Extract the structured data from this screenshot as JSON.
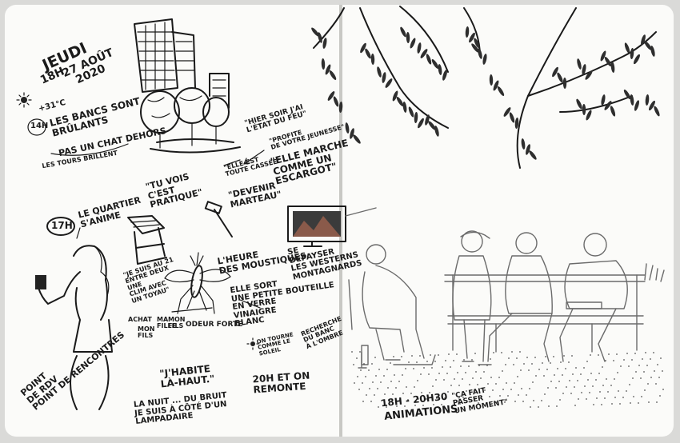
{
  "sketchbook": {
    "left_page": {
      "date": {
        "day": "JEUDI",
        "time": "18H",
        "date_line": "27 AOÛT",
        "year": "2020"
      },
      "weather": {
        "temperature": "+31°C",
        "time_14h": "14H",
        "benches_note": "LES BANCS SONT\nBRÛLANTS",
        "cat_note": "PAS UN CHAT DEHORS",
        "towers_note": "LES TOURS BRILLENT"
      },
      "quotes": {
        "hier_soir": "\"HIER SOIR J'AI\nL'ÉTAT DU FEU\"",
        "cassee": "\"ELLE EST\nTOUTE CASSÉE\"",
        "jeunesse": "\"PROFITE\nDE VOTRE JEUNESSE\"",
        "escargot": "\"ELLE MARCHE\nCOMME UN\nESCARGOT\"",
        "pratique": "\"TU VOIS\nC'EST\nPRATIQUE\"",
        "marteau": "\"DEVENIR\nMARTEAU\"",
        "quartier": "LE QUARTIER\nS'ANIME",
        "time_17h": "17H",
        "moustiques": "L'HEURE\nDES MOUSTIQUES",
        "depayser": "SE\nDÉPAYSER\nLES WESTERNS\nMONTAGNARDS",
        "toyau": "\"JE SUIS AU 21\nENTRE DEUX\nUNE\nCLIM AVEC\nUN TOYAU\"",
        "achat": "ACHAT",
        "mon_fils": "MON\nFILS",
        "ma_fille": "MA\nFILLE",
        "mon_fils2": "MON\nFILS",
        "odeur": "ODEUR FORTE",
        "bouteille": "ELLE SORT\nUNE PETITE BOUTEILLE\nEN VERRE\nVINAIGRE\nBLANC",
        "tourne": "ON TOURNE\nCOMME LE\nSOLEIL",
        "recherche": "RECHERCHE\nDU BANC\nÀ L'OMBRE",
        "habite": "\"J'HABITE\nLÀ-HAUT.\"",
        "remonte": "20H ET ON\nREMONTE",
        "bruit": "LA NUIT ... DU BRUIT\nJE SUIS À CÔTÉ D'UN\nLAMPADAIRE",
        "rdv": "POINT\nDE RDV\nPOINT DE RENCONTRES"
      }
    },
    "right_page": {
      "schedule": "18H - 20H30",
      "animations": "ANIMATIONS",
      "quote": "\"ÇA FAIT\nPASSER\nUN MOMENT\""
    }
  },
  "colors": {
    "ink": "#1a1a1a",
    "paper": "#fbfbf9",
    "background": "#dadad8",
    "gutter": "#c8c8c4"
  }
}
